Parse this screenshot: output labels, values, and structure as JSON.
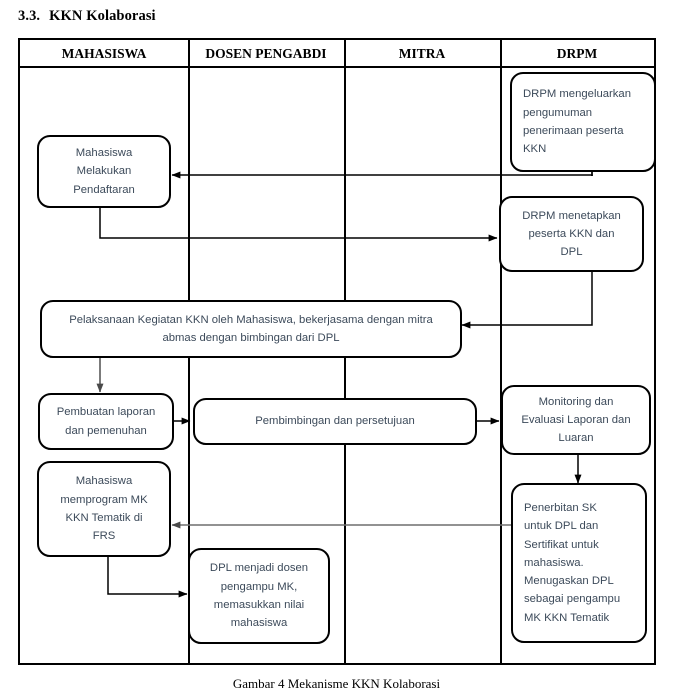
{
  "heading": {
    "number": "3.3.",
    "title": "KKN Kolaborasi"
  },
  "lanes": [
    {
      "id": "mahasiswa",
      "label": "MAHASISWA"
    },
    {
      "id": "dosen-pengabdi",
      "label": "DOSEN PENGABDI"
    },
    {
      "id": "mitra",
      "label": "MITRA"
    },
    {
      "id": "drpm",
      "label": "DRPM"
    }
  ],
  "nodes": [
    {
      "id": "drpm-pengumuman",
      "lane": "drpm",
      "align": "left",
      "text": "DRPM mengeluarkan\npengumuman\npenerimaan peserta\nKKN"
    },
    {
      "id": "mahasiswa-pendaftaran",
      "lane": "mahasiswa",
      "align": "center",
      "text": "Mahasiswa\nMelakukan\nPendaftaran"
    },
    {
      "id": "drpm-menetapkan",
      "lane": "drpm",
      "align": "center",
      "text": "DRPM menetapkan\npeserta KKN dan\nDPL"
    },
    {
      "id": "pelaksanaan-kkn",
      "lane": "mahasiswa",
      "align": "center",
      "text": "Pelaksanaan Kegiatan KKN oleh Mahasiswa, bekerjasama dengan mitra\nabmas dengan bimbingan dari DPL"
    },
    {
      "id": "pembuatan-laporan",
      "lane": "mahasiswa",
      "align": "center",
      "text": "Pembuatan laporan\ndan pemenuhan"
    },
    {
      "id": "pembimbingan",
      "lane": "dosen-pengabdi",
      "align": "center",
      "text": "Pembimbingan dan persetujuan"
    },
    {
      "id": "monitoring-evaluasi",
      "lane": "drpm",
      "align": "center",
      "text": "Monitoring dan\nEvaluasi Laporan dan\nLuaran"
    },
    {
      "id": "mahasiswa-memprogram",
      "lane": "mahasiswa",
      "align": "center",
      "text": "Mahasiswa\nmemprogram MK\nKKN Tematik di\nFRS"
    },
    {
      "id": "dpl-dosen-pengampu",
      "lane": "dosen-pengabdi",
      "align": "center",
      "text": "DPL menjadi dosen\npengampu MK,\nmemasukkan nilai\nmahasiswa"
    },
    {
      "id": "penerbitan-sk",
      "lane": "drpm",
      "align": "left",
      "text": "Penerbitan SK\nuntuk DPL dan\nSertifikat untuk\nmahasiswa.\nMenugaskan DPL\nsebagai pengampu\nMK KKN Tematik"
    }
  ],
  "caption": "Gambar 4 Mekanisme KKN Kolaborasi",
  "colors": {
    "box_border": "#000000",
    "box_text": "#3c4a5a",
    "table_border": "#000000",
    "connector_dark": "#000000",
    "connector_gray": "#6e6e6e",
    "background": "#ffffff"
  }
}
